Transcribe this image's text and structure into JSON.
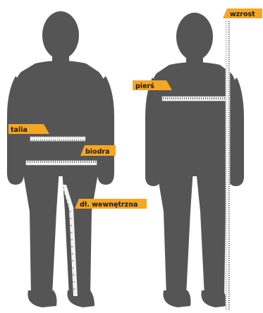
{
  "colors": {
    "silhouette": "#555555",
    "label_fill": "#f5a623",
    "label_text": "#1a1a1a",
    "tape_fill": "#f2f2f2",
    "tape_ticks": "#555555"
  },
  "labels": {
    "talia": "talia",
    "biodra": "biodra",
    "inseam": "dł. wewnętrzna",
    "pierś": "pierś",
    "wzrost": "wzrost"
  }
}
